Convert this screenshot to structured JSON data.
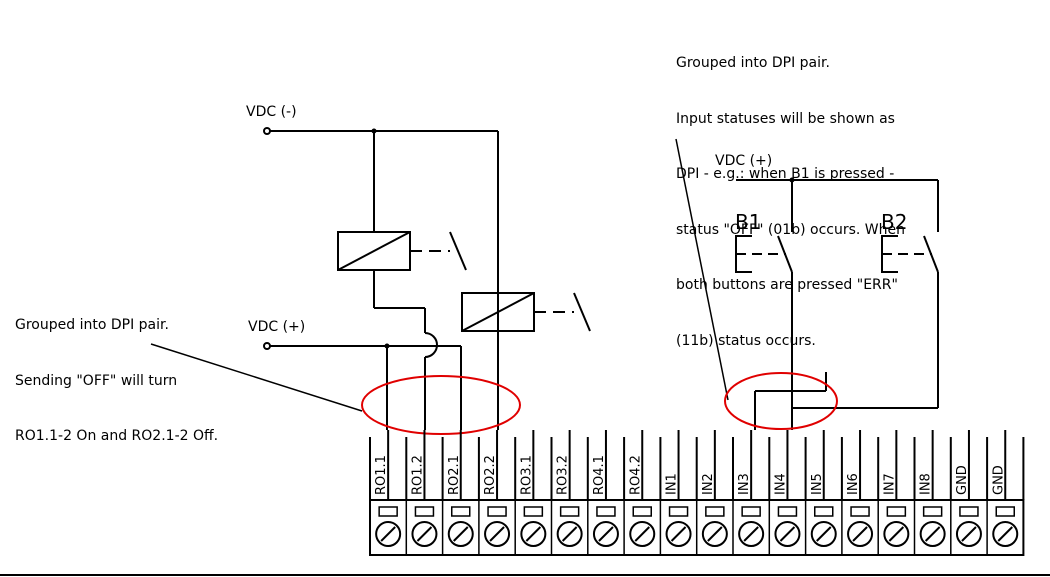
{
  "supply": {
    "vdc_neg": "VDC (-)",
    "vdc_pos_left": "VDC (+)",
    "vdc_pos_right": "VDC (+)"
  },
  "buttons": {
    "b1": "B1",
    "b2": "B2"
  },
  "notes": {
    "left": [
      "Grouped into DPI pair.",
      "Sending \"OFF\" will turn",
      "RO1.1-2 On and RO2.1-2 Off."
    ],
    "right": [
      "Grouped into DPI pair.",
      "Input statuses will be shown as",
      "DPI - e.g.: when B1 is pressed -",
      "status \"OFF\" (01b) occurs. When",
      "both buttons are pressed \"ERR\"",
      "(11b) status occurs."
    ]
  },
  "terminals": [
    "RO1.1",
    "RO1.2",
    "RO2.1",
    "RO2.2",
    "RO3.1",
    "RO3.2",
    "RO4.1",
    "RO4.2",
    "IN1",
    "IN2",
    "IN3",
    "IN4",
    "IN5",
    "IN6",
    "IN7",
    "IN8",
    "GND",
    "GND"
  ],
  "colors": {
    "line": "#000000",
    "highlight": "#e00000"
  }
}
